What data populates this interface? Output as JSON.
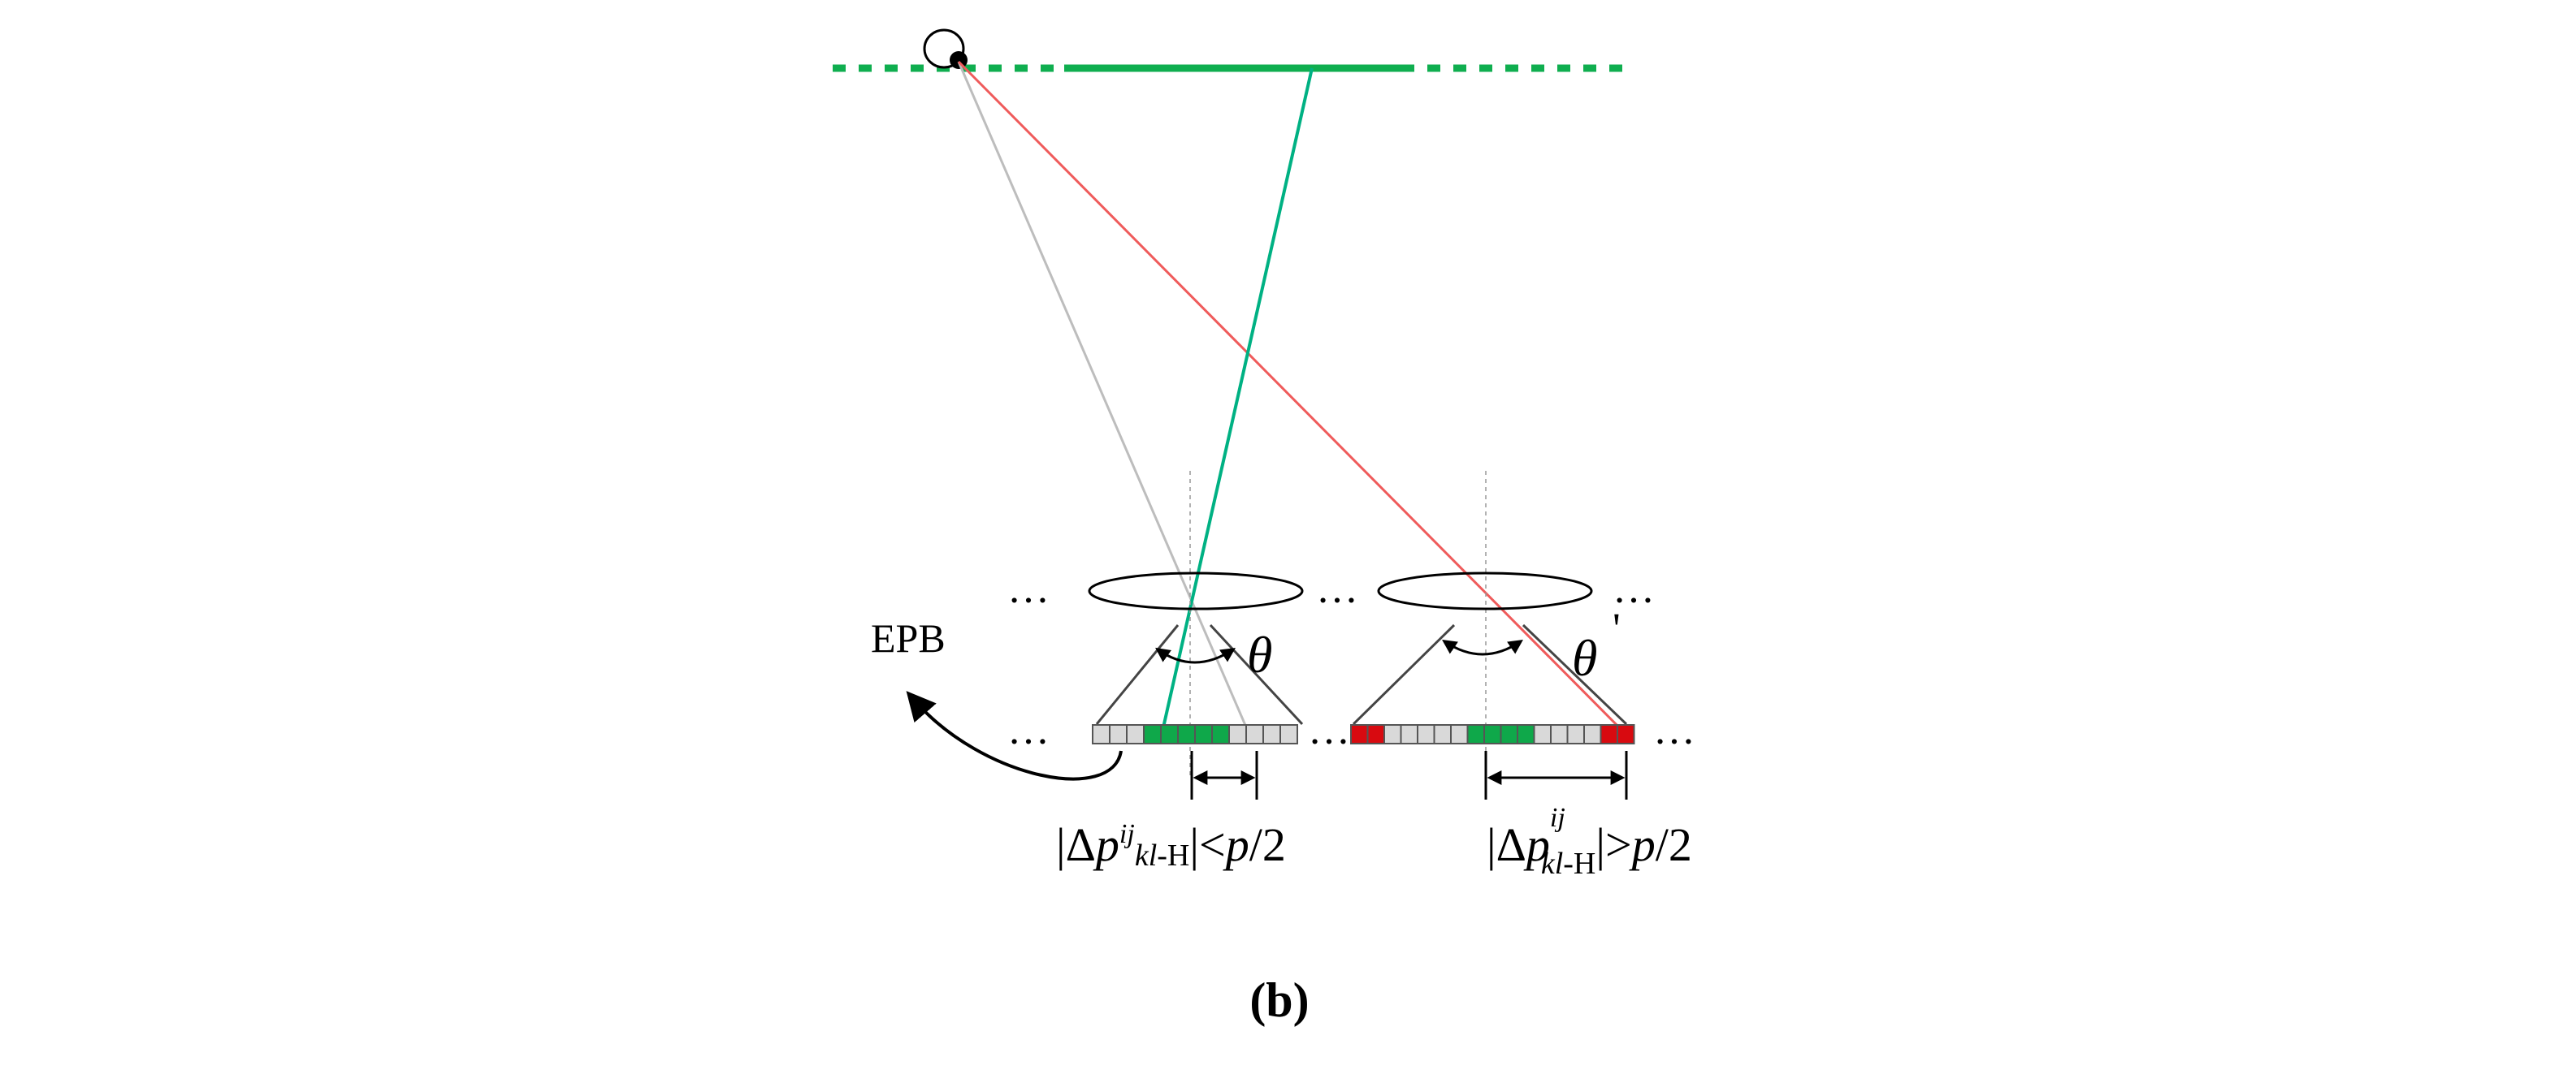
{
  "labels": {
    "epb": "EPB",
    "theta": "θ",
    "theta_prime": "θ",
    "prime_mark": "'",
    "ellipsis": "…",
    "panel": "(b)"
  },
  "formula_left": {
    "open": "|Δ",
    "p": "p",
    "sup": "ij",
    "sub": "kl",
    "sub_suffix": "-H",
    "close": "|<",
    "rhs": "p",
    "rhs_tail": "/2"
  },
  "formula_right": {
    "open": "|Δ",
    "p": "p",
    "sup": "ij",
    "sub": "kl",
    "sub_suffix": "-H",
    "close": "|>",
    "rhs": "p",
    "rhs_tail": "/2"
  },
  "colors": {
    "green_plane": "#0fae4f",
    "green_ray": "#00b183",
    "red_ray": "#ef5b5b",
    "gray_ray": "#bdbdbd",
    "pixel_gray": "#d9d9d9",
    "pixel_green": "#0fa84a",
    "pixel_red": "#d80a10",
    "dots": "#1f7ea3"
  },
  "pixel_rows": {
    "left": [
      "gray",
      "gray",
      "gray",
      "green",
      "green",
      "green",
      "green",
      "green",
      "gray",
      "gray",
      "gray",
      "gray"
    ],
    "right": [
      "red",
      "red",
      "gray",
      "gray",
      "gray",
      "gray",
      "gray",
      "green",
      "green",
      "green",
      "green",
      "gray",
      "gray",
      "gray",
      "gray",
      "red",
      "red"
    ]
  }
}
